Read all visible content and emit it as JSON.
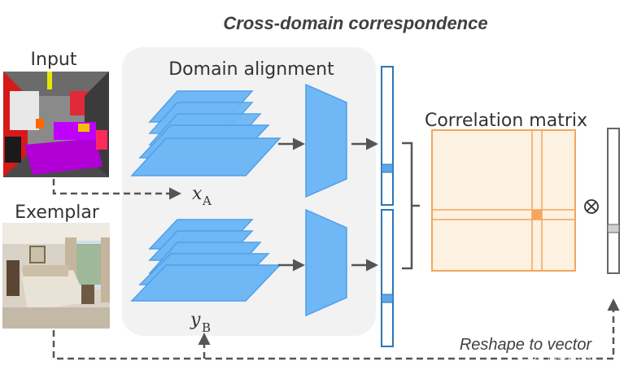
{
  "title": "Cross-domain correspondence",
  "labels": {
    "input": "Input",
    "exemplar": "Exemplar",
    "domain_alignment": "Domain alignment",
    "correlation_matrix": "Correlation matrix",
    "reshape": "Reshape to vector",
    "otimes": "⊗"
  },
  "math": {
    "xa_main": "x",
    "xa_sub": "A",
    "yb_main": "y",
    "yb_sub": "B"
  },
  "watermark": "CSDN @学霸视界",
  "colors": {
    "layer_fill": "#6FB7F5",
    "layer_stroke": "#3E8FE0",
    "encoder_fill": "#6FB7F5",
    "vector_stroke": "#2E75B6",
    "matrix_fill": "#FDF1E2",
    "matrix_stroke": "#F4A65B",
    "panel_fill": "#F2F2F2",
    "arrow": "#555555"
  }
}
